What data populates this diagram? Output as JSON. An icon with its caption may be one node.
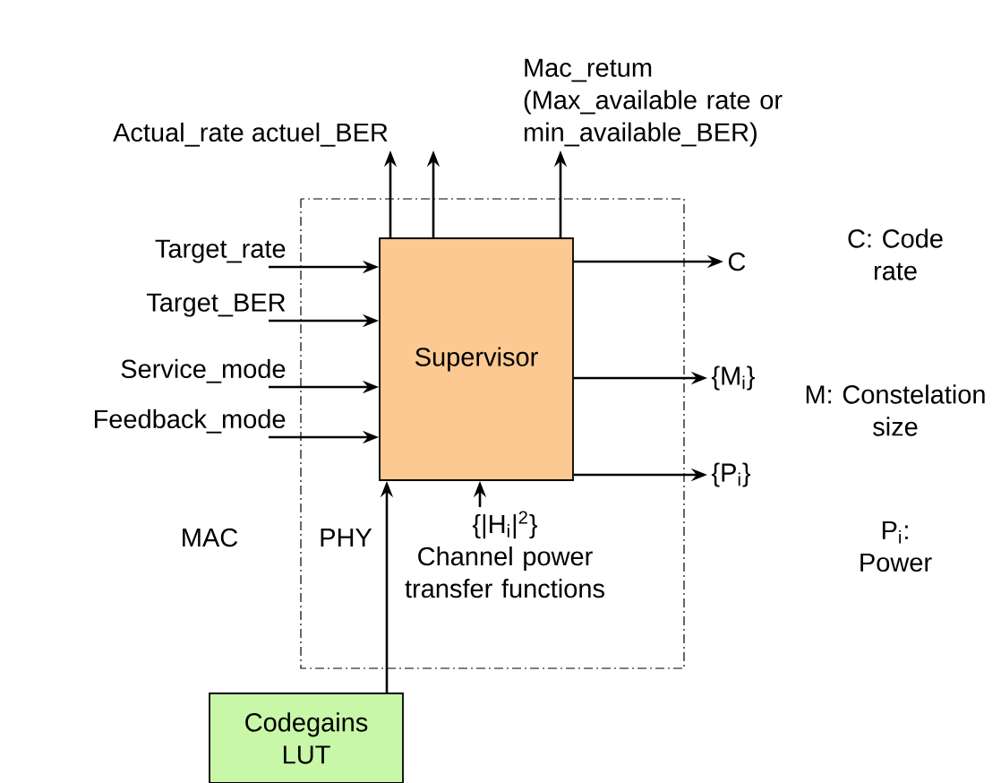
{
  "diagram": {
    "nodes": [
      {
        "text": [
          "Supervisor"
        ]
      },
      {
        "text": [
          "Codegains LUT"
        ]
      },
      {
        "text": [
          "Target_rate"
        ]
      },
      {
        "text": [
          "Target_BER"
        ]
      },
      {
        "text": [
          "Service_mode"
        ]
      },
      {
        "text": [
          "Feedback_mode"
        ]
      },
      {
        "text": [
          "Actual_rate actuel_BER"
        ]
      },
      {
        "text": [
          "Mac_retum",
          "(Max_available rate or min_available_BER)"
        ]
      },
      {
        "text": [
          "C"
        ]
      },
      {
        "text": [
          "{M$_{i}$}"
        ]
      },
      {
        "text": [
          "{P$_{i}$}"
        ]
      },
      {
        "text": [
          "{|H$_{i}$|$^{2}$}",
          "Channel power transfer functions"
        ]
      }
    ],
    "edges": [
      {
        "from": 2,
        "to": 0,
        "arrow": "to"
      },
      {
        "from": 3,
        "to": 0,
        "arrow": "to"
      },
      {
        "from": 4,
        "to": 0,
        "arrow": "to"
      },
      {
        "from": 5,
        "to": 0,
        "arrow": "to"
      },
      {
        "from": 0,
        "to": 6,
        "arrow": "to"
      },
      {
        "from": 0,
        "to": 6,
        "arrow": "to"
      },
      {
        "from": 0,
        "to": 7,
        "arrow": "to"
      },
      {
        "from": 0,
        "to": 8,
        "arrow": "to"
      },
      {
        "from": 0,
        "to": 9,
        "arrow": "to"
      },
      {
        "from": 0,
        "to": 10,
        "arrow": "to"
      },
      {
        "from": 11,
        "to": 0,
        "arrow": "to"
      },
      {
        "from": 1,
        "to": 0,
        "arrow": "to"
      }
    ],
    "labels": [
      "C: Code rate",
      "M: Constelation size",
      "MAC",
      "PHY",
      "P$_{i}$: Power"
    ]
  }
}
